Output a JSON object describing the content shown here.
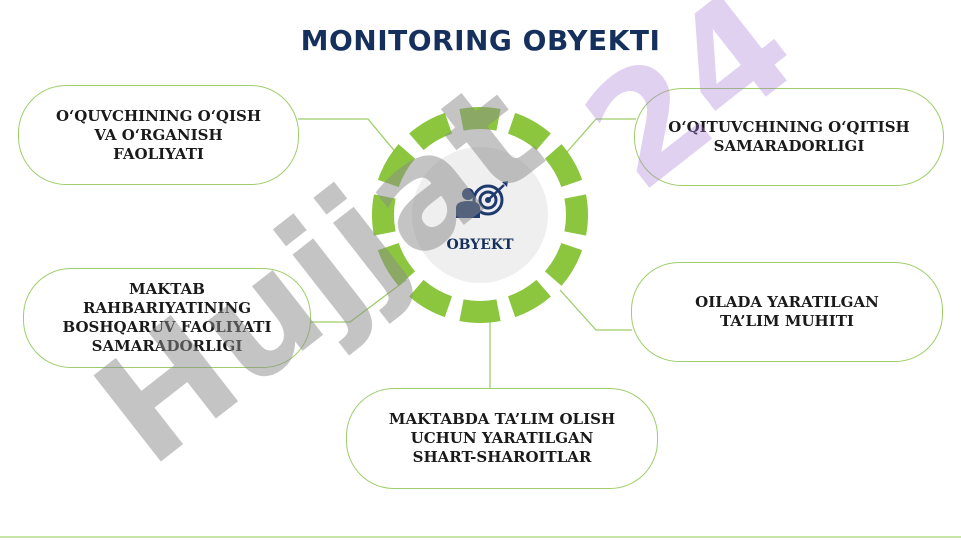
{
  "title": "MONITORING OBYEKTI",
  "center": {
    "label": "OBYEKT",
    "icon": "target-person-icon"
  },
  "boxes": [
    {
      "lines": [
        "O‘QUVCHINING O‘QISH",
        "VA O‘RGANISH",
        "FAOLIYATI"
      ]
    },
    {
      "lines": [
        "O‘QITUVCHINING O‘QITISH",
        "SAMARADORLIGI"
      ]
    },
    {
      "lines": [
        "MAKTAB",
        "RAHBARIYATINING",
        "BOSHQARUV FAOLIYATI",
        "SAMARADORLIGI"
      ]
    },
    {
      "lines": [
        "OILADA YARATILGAN",
        "TA’LIM MUHITI"
      ]
    },
    {
      "lines": [
        "MAKTABDA TA’LIM OLISH",
        "UCHUN YARATILGAN",
        "SHART-SHAROITLAR"
      ]
    }
  ],
  "watermark": {
    "text": "Hujjat",
    "number": "24"
  },
  "colors": {
    "title": "#16305e",
    "ring": "#8cc63f",
    "box_border": "#9fce6b",
    "center_fill": "#efefef"
  }
}
